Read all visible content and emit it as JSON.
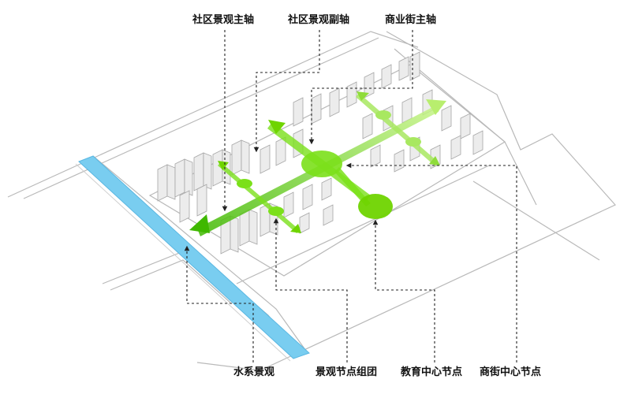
{
  "labels": {
    "community_main_axis": "社区景观主轴",
    "community_secondary_axis": "社区景观副轴",
    "commercial_street_main_axis": "商业街主轴",
    "water_landscape": "水系景观",
    "landscape_node_group": "景观节点组团",
    "education_center_node": "教育中心节点",
    "commercial_center_node": "商街中心节点"
  },
  "colors": {
    "axis_green": "#6fd400",
    "node_green": "#7be01a",
    "water_blue": "#79cdf0",
    "annotation_line": "#222222"
  }
}
